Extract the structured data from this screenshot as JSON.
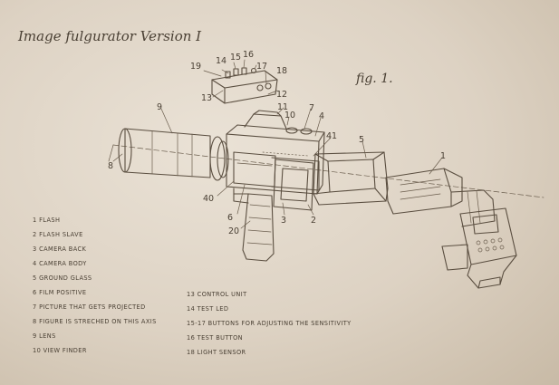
{
  "title": "Image fulgurator Version I",
  "figure_label": "fig. 1.",
  "part_numbers": {
    "n1": "1",
    "n2": "2",
    "n3": "3",
    "n4": "4",
    "n5": "5",
    "n6": "6",
    "n7": "7",
    "n8": "8",
    "n9": "9",
    "n10": "10",
    "n11": "11",
    "n12": "12",
    "n13": "13",
    "n14": "14",
    "n15": "15",
    "n16": "16",
    "n17": "17",
    "n18": "18",
    "n19": "19",
    "n20": "20",
    "n40": "40",
    "n41": "41"
  },
  "legend_left": [
    "1 FLASH",
    "2 FLASH SLAVE",
    "3 CAMERA BACK",
    "4 CAMERA BODY",
    "5 GROUND GLASS",
    "6 FILM POSITIVE",
    "7 PICTURE THAT GETS PROJECTED",
    "8 FIGURE IS STRECHED ON THIS AXIS",
    "9 LENS",
    "10 VIEW FINDER"
  ],
  "legend_right": [
    "13 CONTROL UNIT",
    "14 TEST LED",
    "15-17 BUTTONS FOR ADJUSTING THE SENSITIVITY",
    "16 TEST BUTTON",
    "18 LIGHT SENSOR"
  ]
}
